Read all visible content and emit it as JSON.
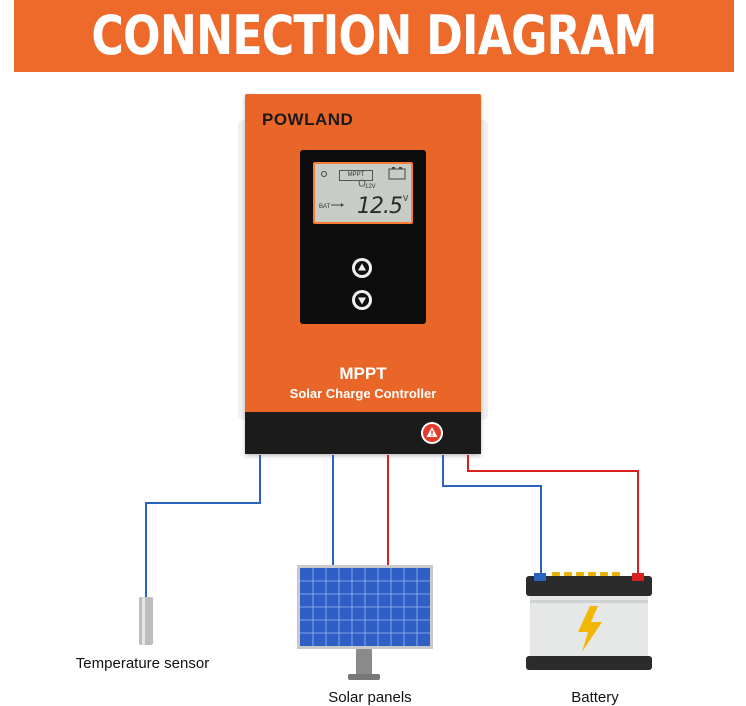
{
  "banner": {
    "title": "CONNECTION DIAGRAM"
  },
  "device": {
    "brand": "POWLAND",
    "model": "MPPT",
    "subtitle": "Solar Charge Controller",
    "lcd": {
      "value": "12.5",
      "unit": "V",
      "system_voltage": "12V",
      "mode": "MPPT",
      "bat_label": "BAT"
    }
  },
  "components": {
    "temperature_sensor": "Temperature sensor",
    "solar_panels": "Solar panels",
    "battery": "Battery"
  },
  "colors": {
    "banner": "#ee6a2a",
    "device": "#ea6528",
    "negative_wire": "#2a62c0",
    "positive_wire": "#d92020"
  }
}
